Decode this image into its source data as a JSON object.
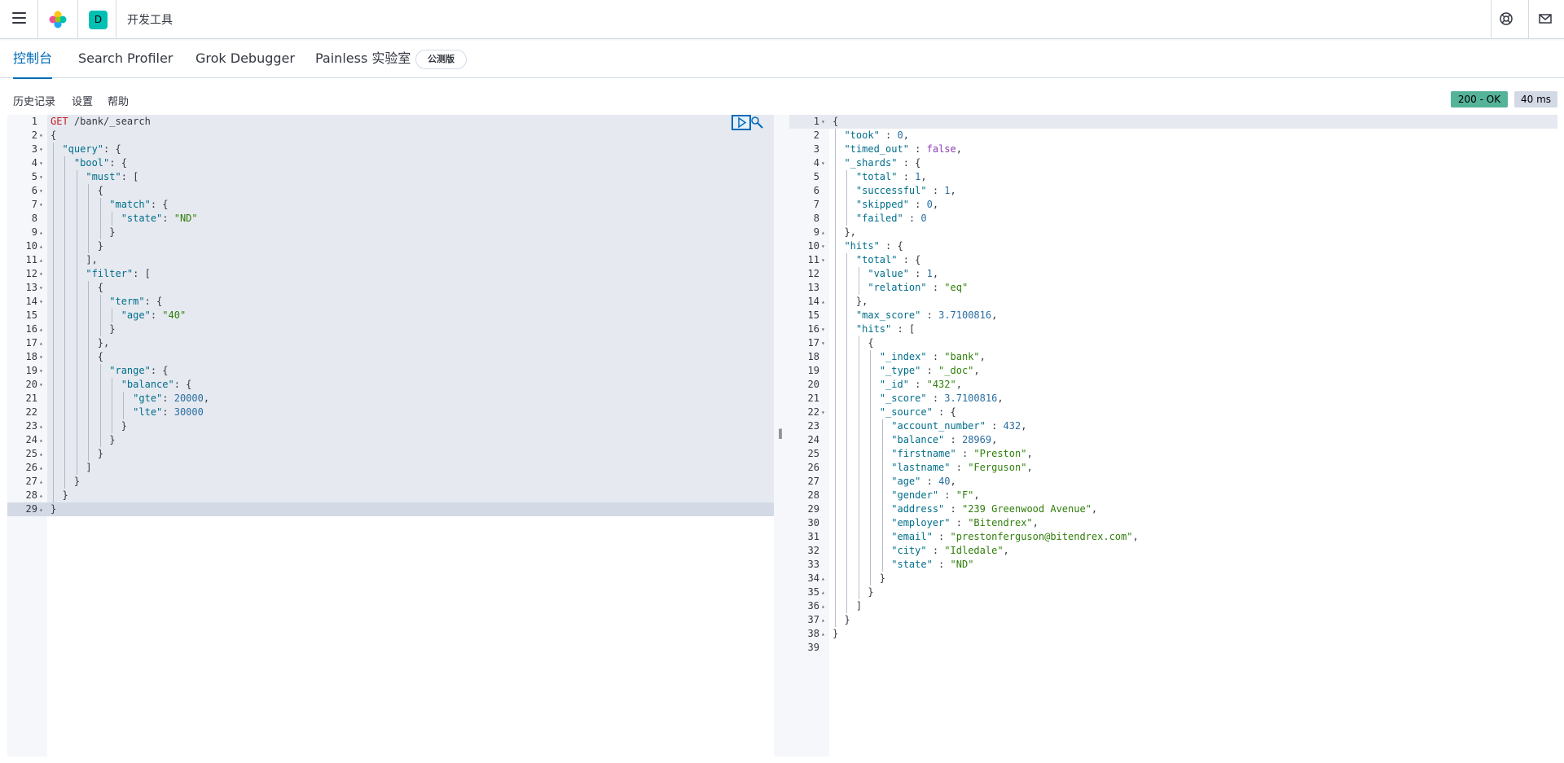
{
  "header": {
    "space_initial": "D",
    "breadcrumb": "开发工具",
    "icons": [
      "menu-icon",
      "elastic-logo",
      "help-icon",
      "mail-icon"
    ]
  },
  "tabs": [
    {
      "label": "控制台",
      "active": true
    },
    {
      "label": "Search Profiler",
      "active": false
    },
    {
      "label": "Grok Debugger",
      "active": false
    },
    {
      "label": "Painless 实验室",
      "active": false
    }
  ],
  "beta_badge": "公测版",
  "toolbar": {
    "history": "历史记录",
    "settings": "设置",
    "help": "帮助",
    "status": "200 - OK",
    "time": "40 ms"
  },
  "colors": {
    "accent": "#006bb8",
    "status_ok": "#54b399",
    "space_avatar": "#00bfb3",
    "string": "#2f7e0a",
    "key": "#006e8a",
    "method": "#c61e25"
  },
  "request_lines": [
    "GET /bank/_search",
    "{",
    "  \"query\": {",
    "    \"bool\": {",
    "      \"must\": [",
    "        {",
    "          \"match\": {",
    "            \"state\": \"ND\"",
    "          }",
    "        }",
    "      ],",
    "      \"filter\": [",
    "        {",
    "          \"term\": {",
    "            \"age\": \"40\"",
    "          }",
    "        },",
    "        {",
    "          \"range\": {",
    "            \"balance\": {",
    "              \"gte\": 20000,",
    "              \"lte\": 30000",
    "            }",
    "          }",
    "        }",
    "      ]",
    "    }",
    "  }",
    "}"
  ],
  "request_folds": [
    "",
    "▾",
    "▾",
    "▾",
    "▾",
    "▾",
    "▾",
    "",
    "▴",
    "▴",
    "▴",
    "▾",
    "▾",
    "▾",
    "",
    "▴",
    "▴",
    "▾",
    "▾",
    "▾",
    "",
    "",
    "▴",
    "▴",
    "▴",
    "▴",
    "▴",
    "▴",
    "▴"
  ],
  "response_lines": [
    "{",
    "  \"took\" : 0,",
    "  \"timed_out\" : false,",
    "  \"_shards\" : {",
    "    \"total\" : 1,",
    "    \"successful\" : 1,",
    "    \"skipped\" : 0,",
    "    \"failed\" : 0",
    "  },",
    "  \"hits\" : {",
    "    \"total\" : {",
    "      \"value\" : 1,",
    "      \"relation\" : \"eq\"",
    "    },",
    "    \"max_score\" : 3.7100816,",
    "    \"hits\" : [",
    "      {",
    "        \"_index\" : \"bank\",",
    "        \"_type\" : \"_doc\",",
    "        \"_id\" : \"432\",",
    "        \"_score\" : 3.7100816,",
    "        \"_source\" : {",
    "          \"account_number\" : 432,",
    "          \"balance\" : 28969,",
    "          \"firstname\" : \"Preston\",",
    "          \"lastname\" : \"Ferguson\",",
    "          \"age\" : 40,",
    "          \"gender\" : \"F\",",
    "          \"address\" : \"239 Greenwood Avenue\",",
    "          \"employer\" : \"Bitendrex\",",
    "          \"email\" : \"prestonferguson@bitendrex.com\",",
    "          \"city\" : \"Idledale\",",
    "          \"state\" : \"ND\"",
    "        }",
    "      }",
    "    ]",
    "  }",
    "}",
    ""
  ],
  "response_folds": [
    "▾",
    "",
    "",
    "▾",
    "",
    "",
    "",
    "",
    "▴",
    "▾",
    "▾",
    "",
    "",
    "▴",
    "",
    "▾",
    "▾",
    "",
    "",
    "",
    "",
    "▾",
    "",
    "",
    "",
    "",
    "",
    "",
    "",
    "",
    "",
    "",
    "",
    "▴",
    "▴",
    "▴",
    "▴",
    "▴",
    ""
  ]
}
